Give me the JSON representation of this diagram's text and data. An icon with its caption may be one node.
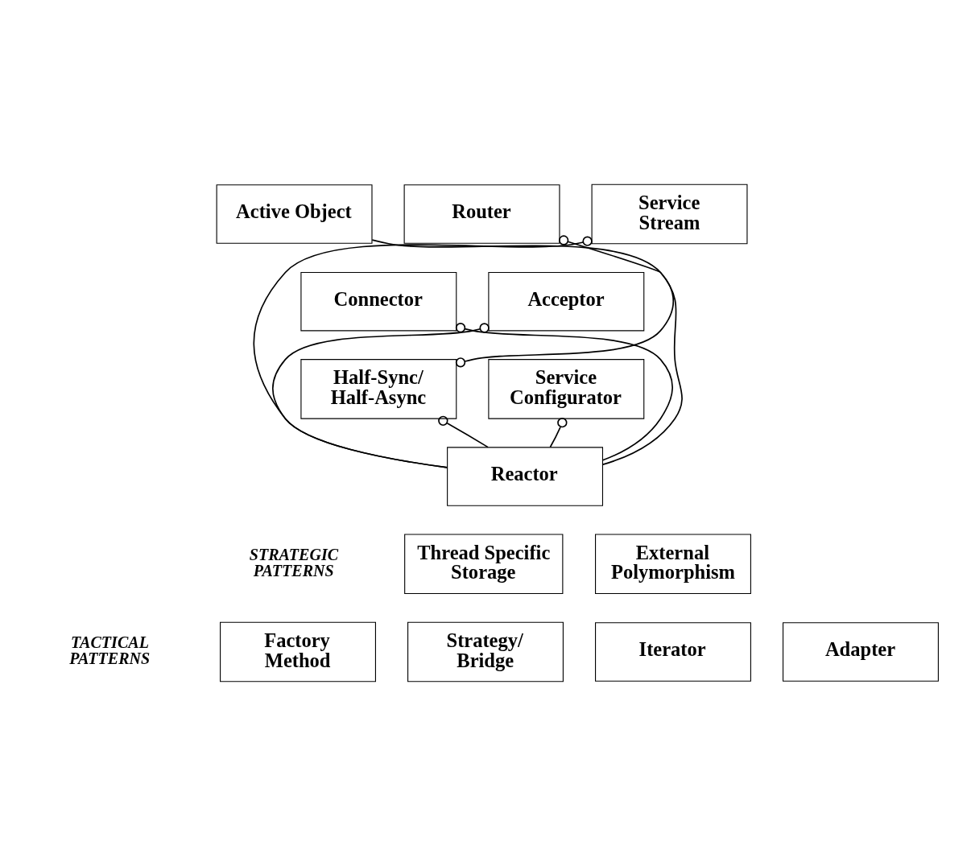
{
  "diagram": {
    "nodes": [
      {
        "text": [
          "Active Object"
        ]
      },
      {
        "text": [
          "Router"
        ]
      },
      {
        "text": [
          "Service Stream"
        ]
      },
      {
        "text": [
          "Connector"
        ]
      },
      {
        "text": [
          "Acceptor"
        ]
      },
      {
        "text": [
          "Half-Sync/ Half-Async"
        ]
      },
      {
        "text": [
          "Service Configurator"
        ]
      },
      {
        "text": [
          "Reactor"
        ]
      },
      {
        "text": [
          "Thread Specific Storage"
        ]
      },
      {
        "text": [
          "External Polymorphism"
        ]
      },
      {
        "text": [
          "Factory Method"
        ]
      },
      {
        "text": [
          "Strategy/ Bridge"
        ]
      },
      {
        "text": [
          "Iterator"
        ]
      },
      {
        "text": [
          "Adapter"
        ]
      }
    ],
    "edges": [
      {
        "from": 5,
        "to": 0,
        "arrow": "other"
      },
      {
        "from": 5,
        "to": 7,
        "arrow": "other"
      },
      {
        "from": 3,
        "to": 7,
        "arrow": "other"
      },
      {
        "from": 1,
        "to": 7,
        "arrow": "other"
      },
      {
        "from": 2,
        "to": 7,
        "arrow": "other"
      },
      {
        "from": 4,
        "to": 7,
        "arrow": "other"
      },
      {
        "from": 6,
        "to": 7,
        "arrow": "other"
      }
    ],
    "labels": [
      "STRATEGIC PATTERNS",
      "TACTICAL PATTERNS"
    ]
  }
}
